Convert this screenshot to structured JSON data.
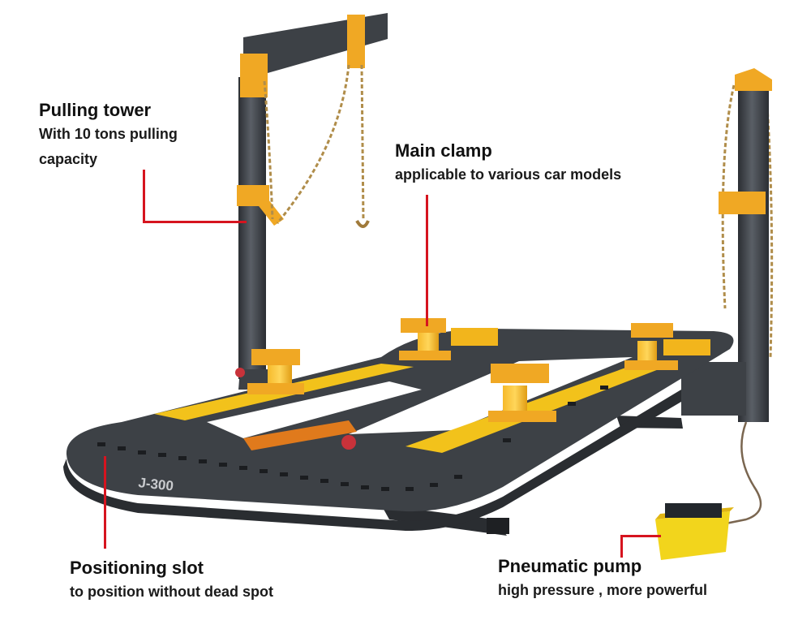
{
  "callouts": {
    "pulling_tower": {
      "title": "Pulling tower",
      "desc_line1": "With 10 tons pulling",
      "desc_line2": "capacity"
    },
    "main_clamp": {
      "title": "Main clamp",
      "desc": "applicable to various car models"
    },
    "positioning_slot": {
      "title": "Positioning slot",
      "desc": "to position without dead spot"
    },
    "pneumatic_pump": {
      "title": "Pneumatic pump",
      "desc": "high pressure , more powerful"
    }
  },
  "product": {
    "model_marking": "J-300"
  },
  "colors": {
    "frame": "#3d4146",
    "frame_dark": "#2a2d31",
    "accent_yellow": "#f2c21b",
    "clamp_orange": "#f0a824",
    "leader_red": "#d6141f",
    "chain": "#b08d4a"
  }
}
